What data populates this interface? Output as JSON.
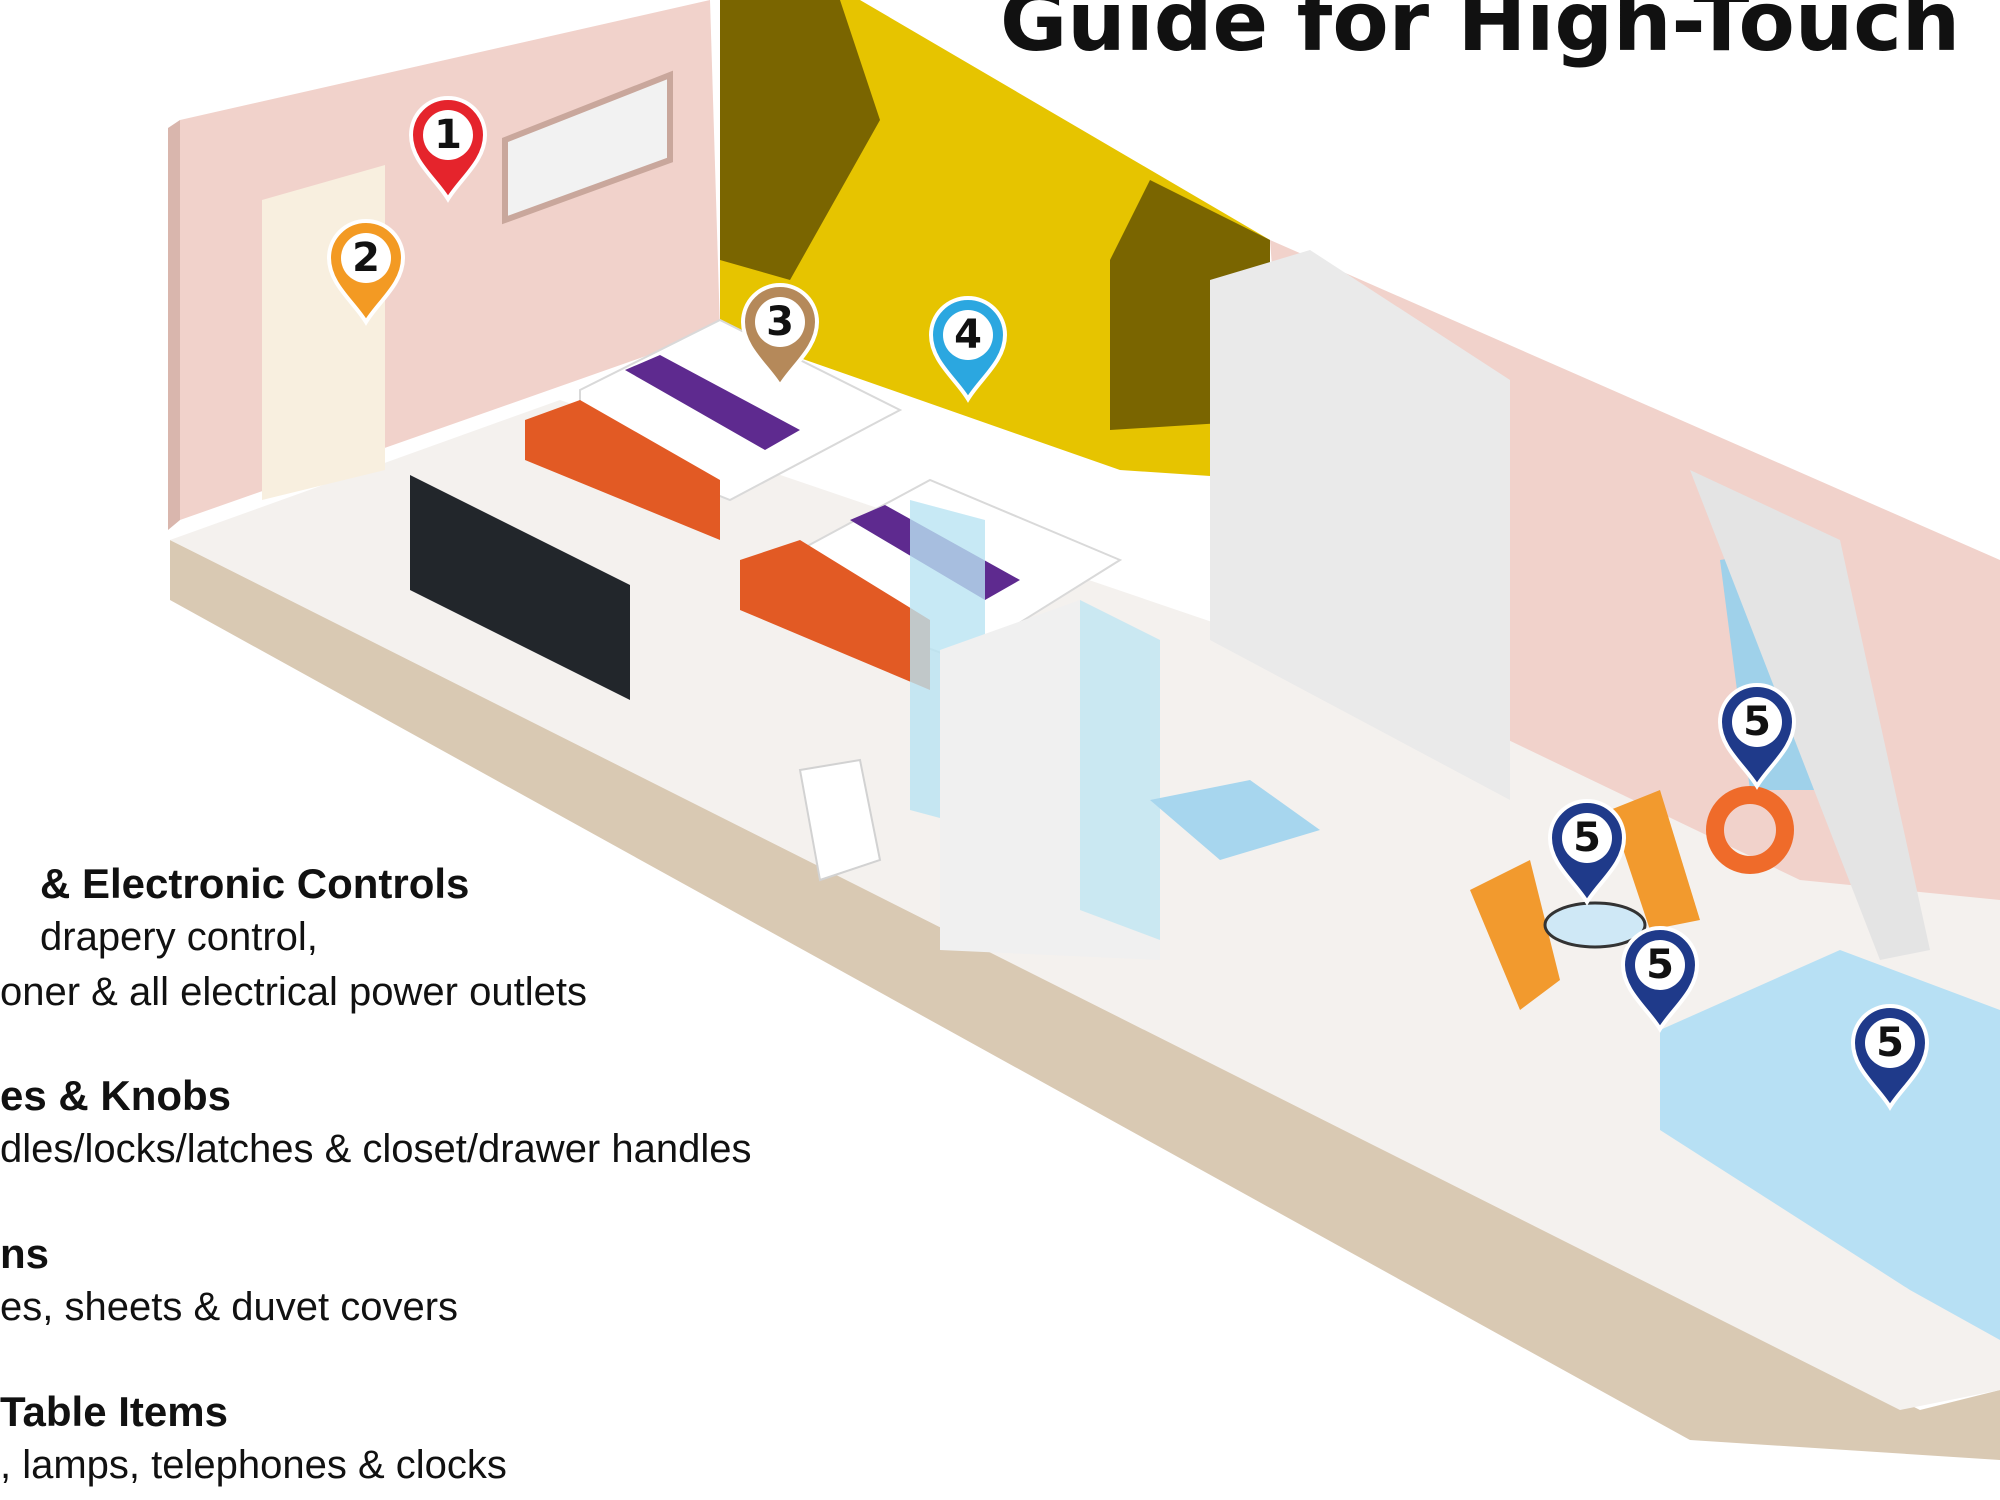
{
  "title": "Guide for High-Touch",
  "colors": {
    "pin_1": "#e5242c",
    "pin_2": "#f39a23",
    "pin_3": "#b5895a",
    "pin_4": "#2ba7e0",
    "pin_5": "#1f3a8a",
    "wall": "#f1d2cb",
    "accent_wall": "#e6c400",
    "floor": "#f4f1ee",
    "pool": "#b7e0f4",
    "bed_runner": "#5e2a8f",
    "bed_base": "#e25a24"
  },
  "pins": [
    {
      "label": "1"
    },
    {
      "label": "2"
    },
    {
      "label": "3"
    },
    {
      "label": "4"
    },
    {
      "label": "5"
    },
    {
      "label": "5"
    },
    {
      "label": "5"
    },
    {
      "label": "5"
    }
  ],
  "legend": [
    {
      "heading": "& Electronic Controls",
      "lines": [
        "drapery control,",
        "oner & all electrical power outlets"
      ]
    },
    {
      "heading": "es & Knobs",
      "lines": [
        "dles/locks/latches & closet/drawer handles"
      ]
    },
    {
      "heading": "ns",
      "lines": [
        "es, sheets & duvet covers"
      ]
    },
    {
      "heading": "Table Items",
      "lines": [
        ", lamps, telephones & clocks"
      ]
    }
  ]
}
